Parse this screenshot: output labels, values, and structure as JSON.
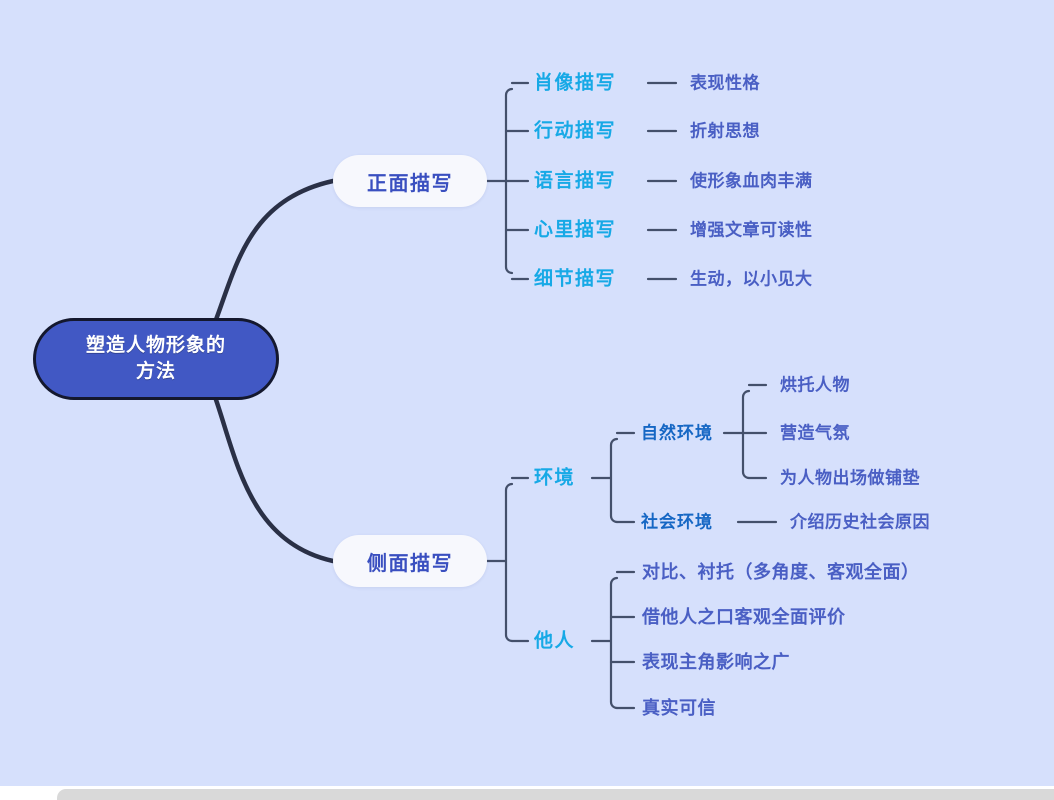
{
  "canvas": {
    "background_color": "#d6e0fc",
    "connector_color": "#3f4a63",
    "root_fill": "#4158c4",
    "root_border": "#14182e",
    "pill_fill": "#f7f8fd",
    "branch_text_color": "#3a4fc0",
    "cyan_text_color": "#17a9e6",
    "blue_text_color": "#1667c4",
    "leaf_text_color": "#4a5fc4"
  },
  "root": {
    "line1": "塑造人物形象的",
    "line2": "方法"
  },
  "branches": [
    {
      "id": "front",
      "label": "正面描写",
      "children": [
        {
          "label": "肖像描写",
          "leaf": "表现性格"
        },
        {
          "label": "行动描写",
          "leaf": "折射思想"
        },
        {
          "label": "语言描写",
          "leaf": "使形象血肉丰满"
        },
        {
          "label": "心里描写",
          "leaf": "增强文章可读性"
        },
        {
          "label": "细节描写",
          "leaf": "生动，以小见大"
        }
      ]
    },
    {
      "id": "side",
      "label": "侧面描写",
      "groups": [
        {
          "label": "环境",
          "subgroups": [
            {
              "label": "自然环境",
              "leaves": [
                "烘托人物",
                "营造气氛",
                "为人物出场做铺垫"
              ]
            },
            {
              "label": "社会环境",
              "leaves": [
                "介绍历史社会原因"
              ]
            }
          ]
        },
        {
          "label": "他人",
          "leaves": [
            "对比、衬托（多角度、客观全面）",
            "借他人之口客观全面评价",
            "表现主角影响之广",
            "真实可信"
          ]
        }
      ]
    }
  ]
}
